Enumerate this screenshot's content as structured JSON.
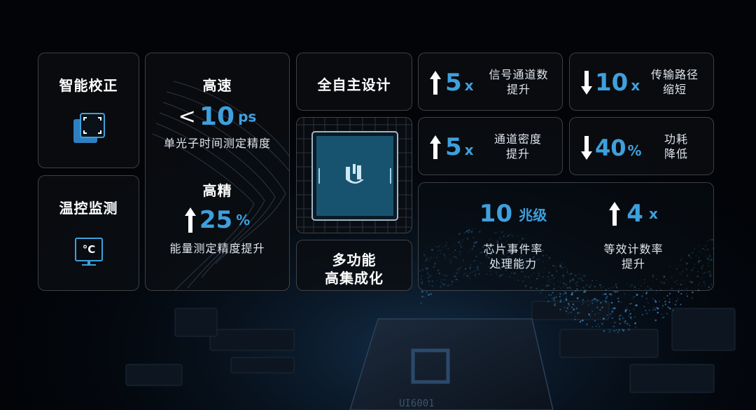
{
  "colors": {
    "accent": "#3ea0dd",
    "background": "#020408",
    "border": "#3a3f46"
  },
  "calibration": {
    "title": "智能校正",
    "icon": "focus-frame-icon"
  },
  "temperature": {
    "title": "温控监测",
    "icon": "celsius-monitor-icon",
    "symbol": "°C"
  },
  "speed": {
    "title": "高速",
    "prefix": "<",
    "value": "10",
    "unit": "ps",
    "desc": "单光子时间测定精度"
  },
  "precision": {
    "title": "高精",
    "value": "25",
    "unit": "%",
    "desc": "能量测定精度提升"
  },
  "design": {
    "title": "全自主设计"
  },
  "integration": {
    "line1": "多功能",
    "line2": "高集成化"
  },
  "stats": [
    {
      "direction": "up",
      "value": "5",
      "unit": "x",
      "line1": "信号通道数",
      "line2": "提升"
    },
    {
      "direction": "down",
      "value": "10",
      "unit": "x",
      "line1": "传输路径",
      "line2": "缩短"
    },
    {
      "direction": "up",
      "value": "5",
      "unit": "x",
      "line1": "通道密度",
      "line2": "提升"
    },
    {
      "direction": "down",
      "value": "40",
      "unit": "%",
      "line1": "功耗",
      "line2": "降低"
    }
  ],
  "big": {
    "left": {
      "value": "10",
      "unit": "兆级",
      "line1": "芯片事件率",
      "line2": "处理能力"
    },
    "right": {
      "value": "4",
      "unit": "x",
      "line1": "等效计数率",
      "line2": "提升"
    }
  },
  "chip_marking": "UI6001"
}
